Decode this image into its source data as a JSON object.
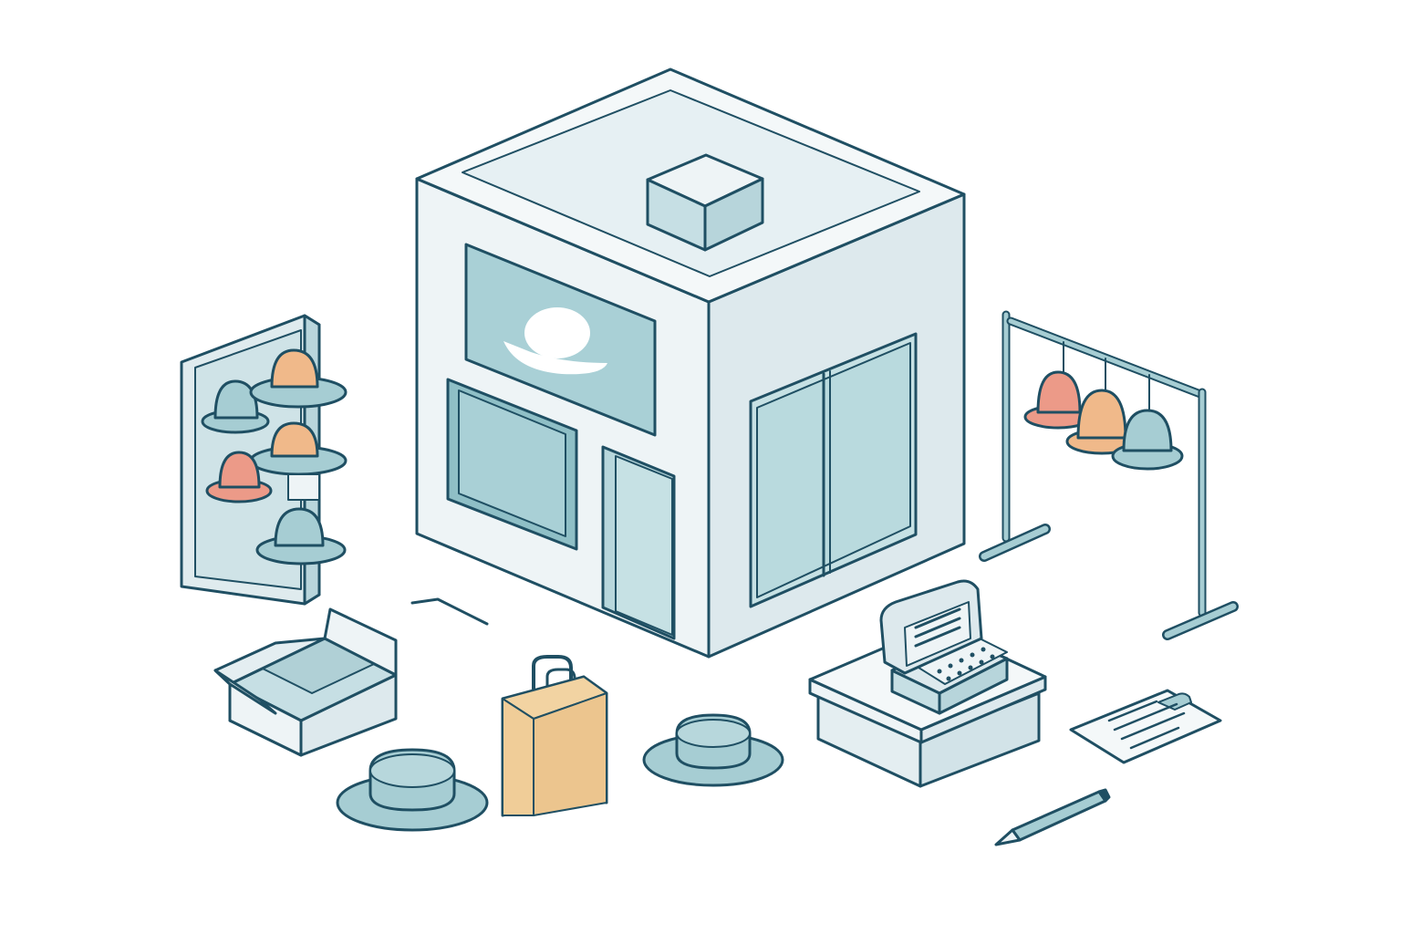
{
  "scene": {
    "background": "#ffffff",
    "palette": {
      "outline": "#1f4f63",
      "wall_light": "#eef4f6",
      "wall_side": "#dde9ed",
      "glass": "#a9d0d6",
      "glass_light": "#c6e1e4",
      "roof_inner": "#e6f0f3",
      "hat_teal": "#a6cdd3",
      "hat_peach": "#f0b98a",
      "hat_coral": "#ec9a88",
      "bag_kraft": "#ecc58e",
      "counter": "#dce8ec"
    },
    "objects": [
      {
        "name": "hat-shop-building"
      },
      {
        "name": "hat-logo-sign"
      },
      {
        "name": "wall-hat-display"
      },
      {
        "name": "hanging-hat-rack"
      },
      {
        "name": "open-cardboard-box"
      },
      {
        "name": "paper-shopping-bag"
      },
      {
        "name": "bowler-hat"
      },
      {
        "name": "checkout-counter"
      },
      {
        "name": "cash-register"
      },
      {
        "name": "clipboard"
      },
      {
        "name": "pencil"
      }
    ]
  }
}
